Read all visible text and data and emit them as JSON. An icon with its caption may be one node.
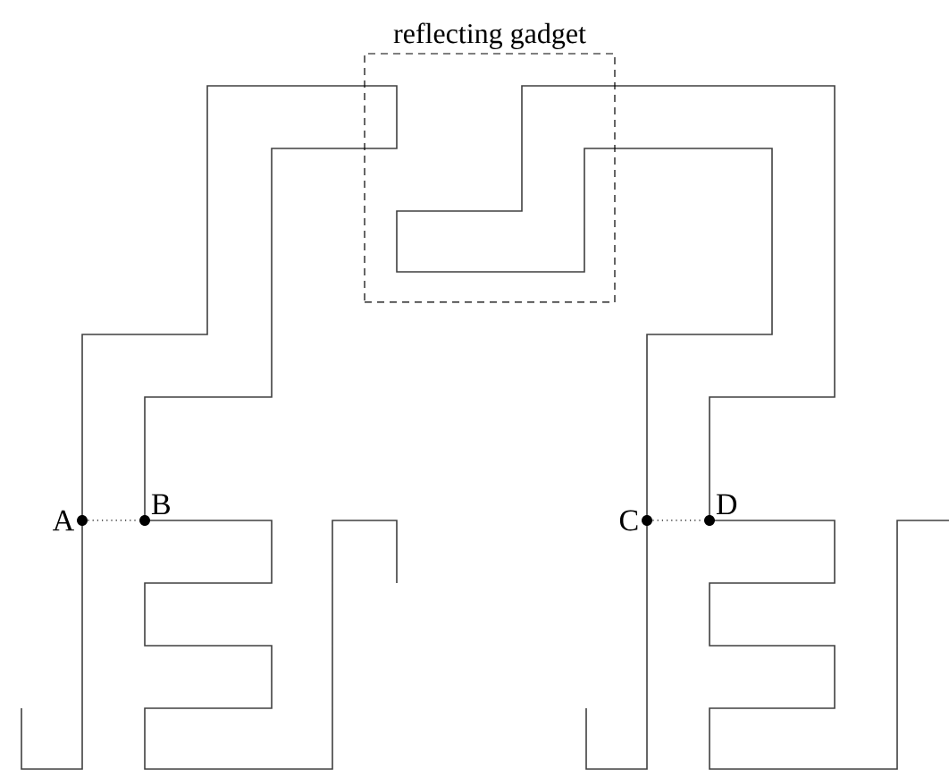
{
  "diagram": {
    "nodes": [
      {
        "text": [
          "reflecting gadget"
        ]
      },
      {
        "text": [
          "A"
        ]
      },
      {
        "text": [
          "B"
        ]
      },
      {
        "text": [
          "C"
        ]
      },
      {
        "text": [
          "D"
        ]
      }
    ],
    "edges": [
      {
        "from": 1,
        "to": 2,
        "arrow": "none",
        "style": "dashed"
      },
      {
        "from": 3,
        "to": 4,
        "arrow": "none",
        "style": "dashed"
      }
    ]
  }
}
